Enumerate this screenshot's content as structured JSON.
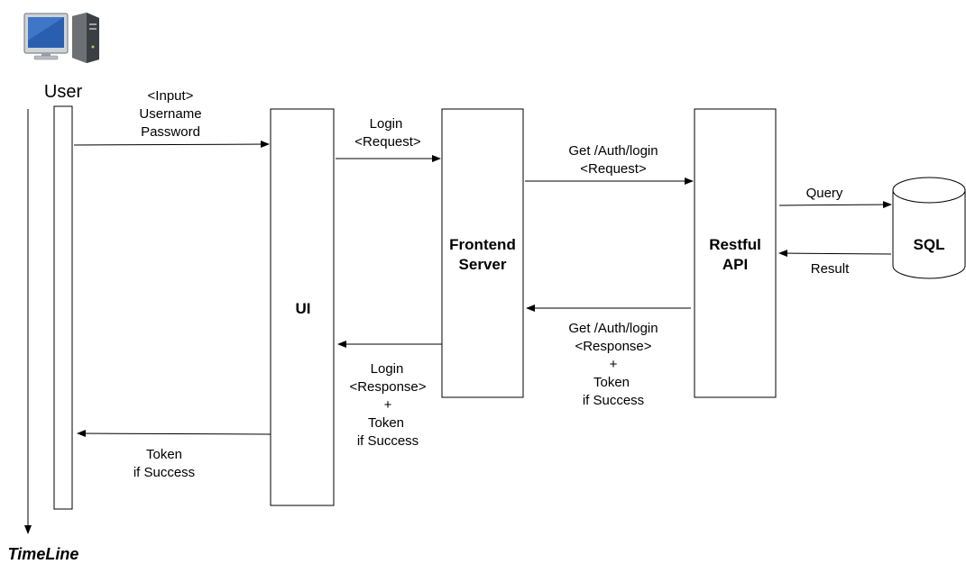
{
  "actors": {
    "user": "User",
    "timeline": "TimeLine",
    "ui": "UI",
    "frontend_line1": "Frontend",
    "frontend_line2": "Server",
    "api_line1": "Restful",
    "api_line2": "API",
    "sql": "SQL"
  },
  "messages": {
    "input": [
      "<Input>",
      "Username",
      "Password"
    ],
    "login_request": [
      "Login",
      "<Request>"
    ],
    "auth_request": [
      "Get /Auth/login",
      "<Request>"
    ],
    "query": [
      "Query"
    ],
    "result": [
      "Result"
    ],
    "auth_response": [
      "Get /Auth/login",
      "<Response>",
      "+",
      "Token",
      "if Success"
    ],
    "login_response": [
      "Login",
      "<Response>",
      "+",
      "Token",
      "if Success"
    ],
    "token": [
      "Token",
      "if Success"
    ]
  },
  "icons": {
    "computer": "desktop-computer-icon"
  }
}
